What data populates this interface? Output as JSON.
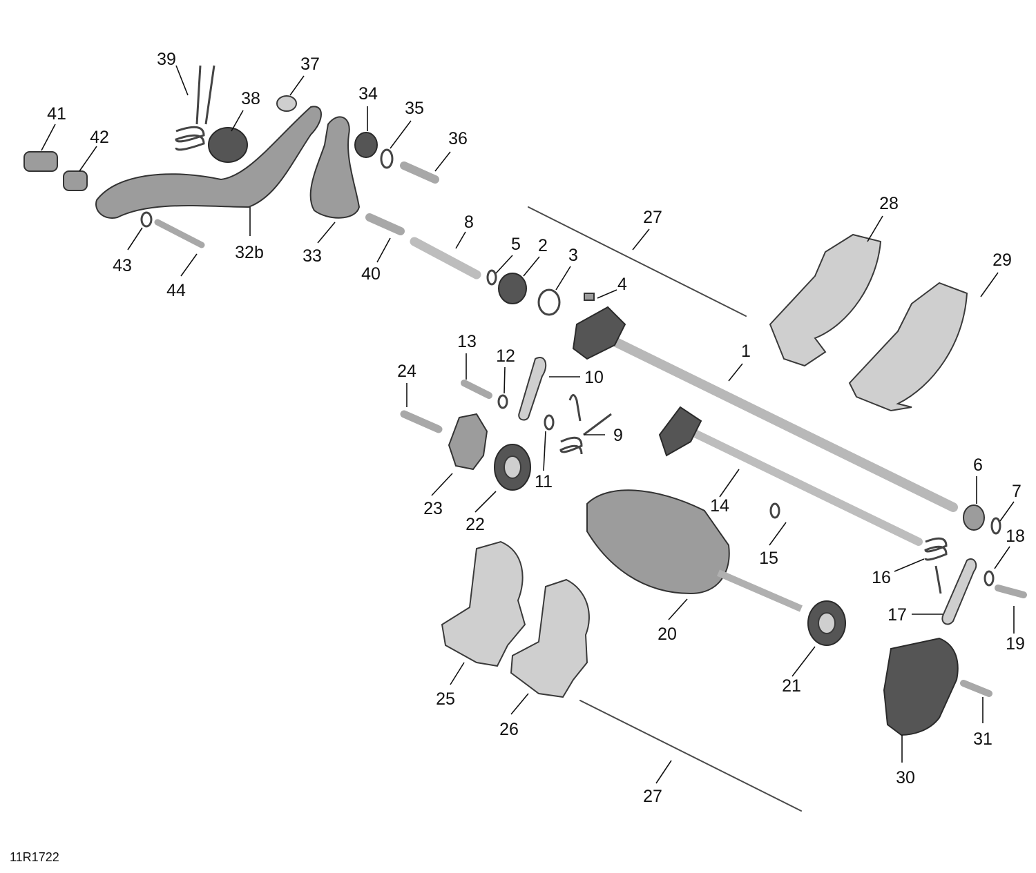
{
  "diagram_code": "11R1722",
  "callouts": [
    {
      "id": "c1",
      "label": "1"
    },
    {
      "id": "c2",
      "label": "2"
    },
    {
      "id": "c3",
      "label": "3"
    },
    {
      "id": "c4",
      "label": "4"
    },
    {
      "id": "c5",
      "label": "5"
    },
    {
      "id": "c6",
      "label": "6"
    },
    {
      "id": "c7",
      "label": "7"
    },
    {
      "id": "c8",
      "label": "8"
    },
    {
      "id": "c9",
      "label": "9"
    },
    {
      "id": "c10",
      "label": "10"
    },
    {
      "id": "c11",
      "label": "11"
    },
    {
      "id": "c12",
      "label": "12"
    },
    {
      "id": "c13",
      "label": "13"
    },
    {
      "id": "c14",
      "label": "14"
    },
    {
      "id": "c15",
      "label": "15"
    },
    {
      "id": "c16",
      "label": "16"
    },
    {
      "id": "c17",
      "label": "17"
    },
    {
      "id": "c18",
      "label": "18"
    },
    {
      "id": "c19",
      "label": "19"
    },
    {
      "id": "c20",
      "label": "20"
    },
    {
      "id": "c21",
      "label": "21"
    },
    {
      "id": "c22",
      "label": "22"
    },
    {
      "id": "c23",
      "label": "23"
    },
    {
      "id": "c24",
      "label": "24"
    },
    {
      "id": "c25",
      "label": "25"
    },
    {
      "id": "c26",
      "label": "26"
    },
    {
      "id": "c27a",
      "label": "27"
    },
    {
      "id": "c27b",
      "label": "27"
    },
    {
      "id": "c28",
      "label": "28"
    },
    {
      "id": "c29",
      "label": "29"
    },
    {
      "id": "c30",
      "label": "30"
    },
    {
      "id": "c31",
      "label": "31"
    },
    {
      "id": "c32b",
      "label": "32b"
    },
    {
      "id": "c33",
      "label": "33"
    },
    {
      "id": "c34",
      "label": "34"
    },
    {
      "id": "c35",
      "label": "35"
    },
    {
      "id": "c36",
      "label": "36"
    },
    {
      "id": "c37",
      "label": "37"
    },
    {
      "id": "c38",
      "label": "38"
    },
    {
      "id": "c39",
      "label": "39"
    },
    {
      "id": "c40",
      "label": "40"
    },
    {
      "id": "c41",
      "label": "41"
    },
    {
      "id": "c42",
      "label": "42"
    },
    {
      "id": "c43",
      "label": "43"
    },
    {
      "id": "c44",
      "label": "44"
    }
  ]
}
